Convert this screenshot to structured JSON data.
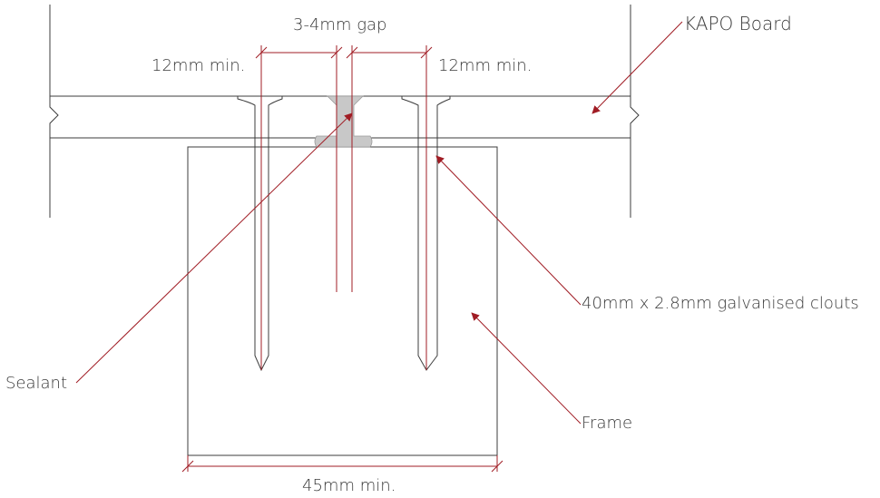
{
  "labels": {
    "gap": "3-4mm gap",
    "left_edge": "12mm min.",
    "right_edge": "12mm min.",
    "board": "KAPO Board",
    "clouts": "40mm x 2.8mm galvanised clouts",
    "sealant": "Sealant",
    "frame": "Frame",
    "width": "45mm min."
  },
  "colors": {
    "annotation": "#a01c24",
    "outline": "#3c3c3c",
    "sealant": "#c8c8c8"
  }
}
